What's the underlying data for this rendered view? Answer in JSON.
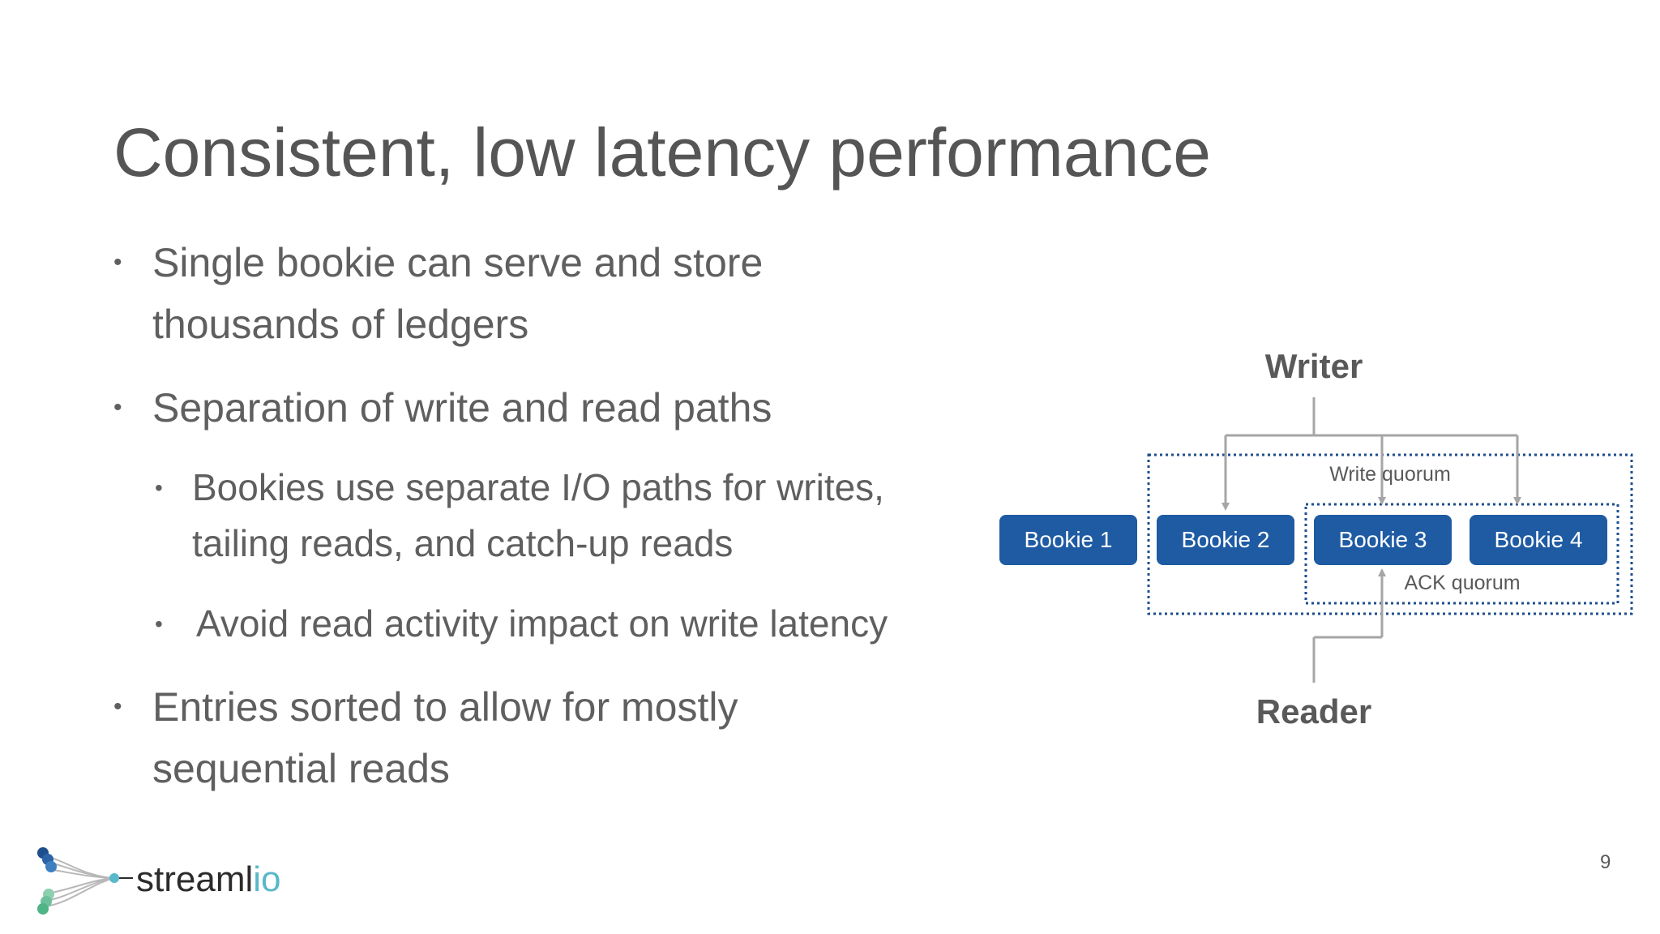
{
  "slide": {
    "title": "Consistent, low latency performance",
    "bullets": [
      {
        "level": 1,
        "lines": [
          "Single bookie can serve and store",
          "thousands of ledgers"
        ]
      },
      {
        "level": 1,
        "lines": [
          "Separation of write and read paths"
        ]
      },
      {
        "level": 2,
        "lines": [
          "Bookies use separate I/O paths for writes,",
          "tailing reads, and catch-up reads"
        ]
      },
      {
        "level": 2,
        "lines": [
          "Avoid read activity impact on write latency"
        ]
      },
      {
        "level": 1,
        "lines": [
          "Entries sorted to allow for mostly",
          "sequential reads"
        ]
      }
    ],
    "bullet_glyph": "•",
    "page_number": "9"
  },
  "diagram": {
    "writer_label": "Writer",
    "reader_label": "Reader",
    "write_quorum_label": "Write quorum",
    "ack_quorum_label": "ACK quorum",
    "bookies": [
      "Bookie 1",
      "Bookie 2",
      "Bookie 3",
      "Bookie 4"
    ],
    "bookie_color": "#1f5ba3",
    "arrow_color": "#a6a6a6",
    "quorum_border_color": "#1f4e8c"
  },
  "logo": {
    "text_main": "streaml",
    "text_accent": "io",
    "icon": "streamlio-logo-icon",
    "accent_color": "#59b8c9"
  }
}
